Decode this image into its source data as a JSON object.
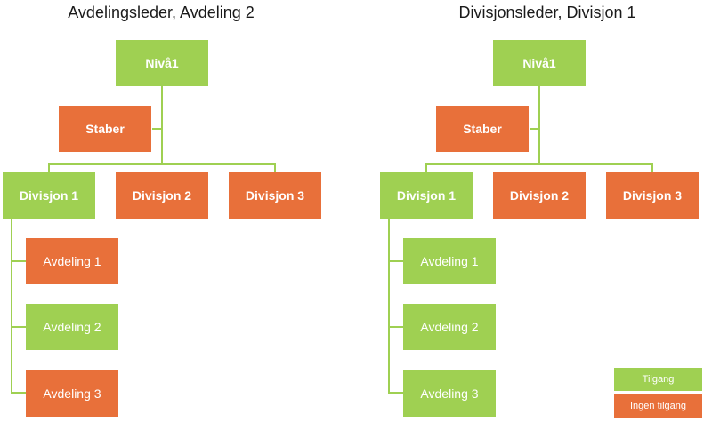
{
  "colors": {
    "tilgang": "#9fd052",
    "ingen_tilgang": "#e8703a"
  },
  "charts": [
    {
      "title": "Avdelingsleder, Avdeling 2",
      "top": {
        "label": "Nivå1",
        "access": true
      },
      "staber": {
        "label": "Staber",
        "access": false
      },
      "divisions": [
        {
          "label": "Divisjon 1",
          "access": true
        },
        {
          "label": "Divisjon 2",
          "access": false
        },
        {
          "label": "Divisjon 3",
          "access": false
        }
      ],
      "departments": [
        {
          "label": "Avdeling 1",
          "access": false
        },
        {
          "label": "Avdeling 2",
          "access": true
        },
        {
          "label": "Avdeling 3",
          "access": false
        }
      ]
    },
    {
      "title": "Divisjonsleder, Divisjon 1",
      "top": {
        "label": "Nivå1",
        "access": true
      },
      "staber": {
        "label": "Staber",
        "access": false
      },
      "divisions": [
        {
          "label": "Divisjon 1",
          "access": true
        },
        {
          "label": "Divisjon 2",
          "access": false
        },
        {
          "label": "Divisjon 3",
          "access": false
        }
      ],
      "departments": [
        {
          "label": "Avdeling 1",
          "access": true
        },
        {
          "label": "Avdeling 2",
          "access": true
        },
        {
          "label": "Avdeling 3",
          "access": true
        }
      ]
    }
  ],
  "legend": {
    "tilgang": "Tilgang",
    "ingen_tilgang": "Ingen tilgang"
  }
}
